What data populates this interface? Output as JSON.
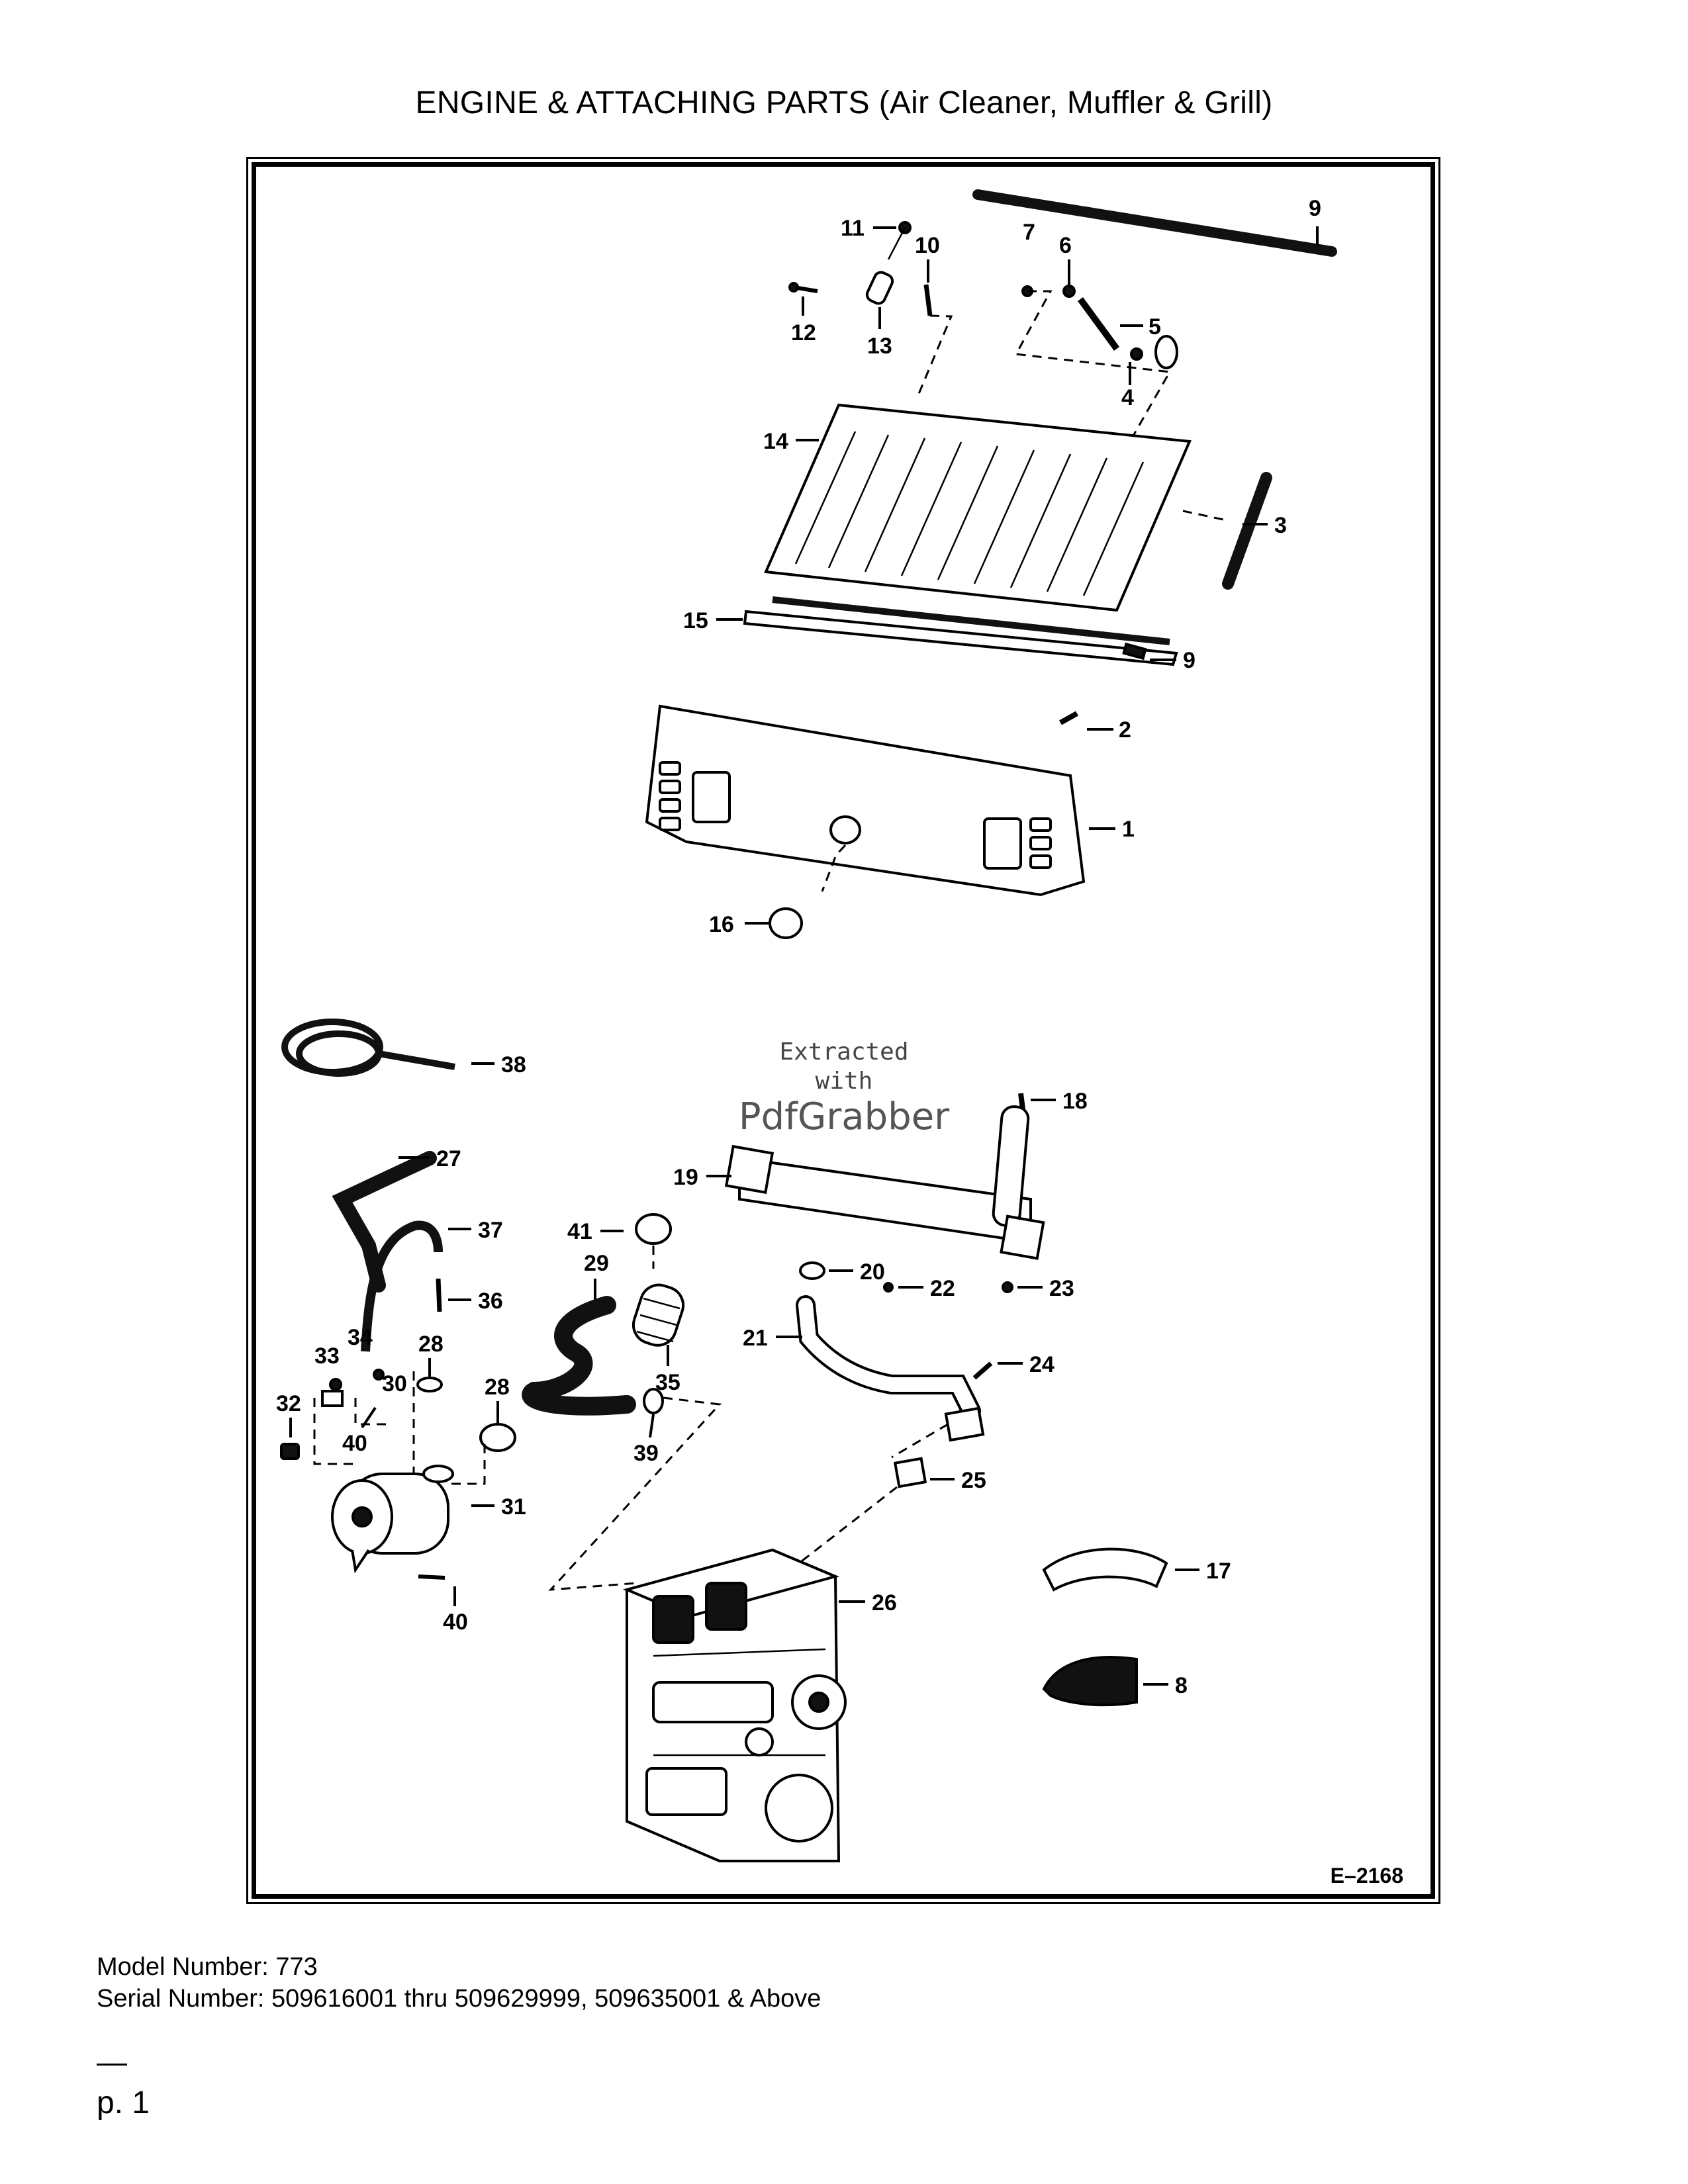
{
  "page": {
    "title": "ENGINE & ATTACHING PARTS (Air Cleaner, Muffler & Grill)",
    "drawing_id": "E–2168",
    "footer": {
      "model_line": "Model Number: 773",
      "serial_line": "Serial Number: 509616001 thru 509629999, 509635001 & Above"
    },
    "page_number": "p. 1"
  },
  "watermark": {
    "line1": "Extracted",
    "line2": "with",
    "brand": "PdfGrabber"
  },
  "callouts": {
    "c1": "1",
    "c2": "2",
    "c3": "3",
    "c4": "4",
    "c5": "5",
    "c6": "6",
    "c7": "7",
    "c8": "8",
    "c9a": "9",
    "c9b": "9",
    "c10": "10",
    "c11": "11",
    "c12": "12",
    "c13": "13",
    "c14": "14",
    "c15": "15",
    "c16": "16",
    "c17": "17",
    "c18": "18",
    "c19": "19",
    "c20": "20",
    "c21": "21",
    "c22": "22",
    "c23": "23",
    "c24": "24",
    "c25": "25",
    "c26": "26",
    "c27": "27",
    "c28a": "28",
    "c28b": "28",
    "c29": "29",
    "c30": "30",
    "c31": "31",
    "c32": "32",
    "c33": "33",
    "c34": "34",
    "c35": "35",
    "c36": "36",
    "c37": "37",
    "c38": "38",
    "c39": "39",
    "c40a": "40",
    "c40b": "40",
    "c41": "41"
  }
}
